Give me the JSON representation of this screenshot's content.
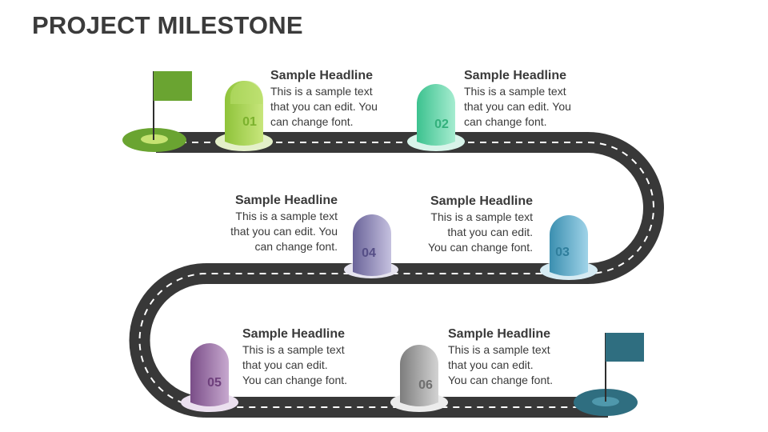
{
  "title": "PROJECT MILESTONE",
  "milestones": [
    {
      "number": "01",
      "headline": "Sample Headline",
      "line1": "This is a sample text",
      "line2": "that you can edit. You",
      "line3": "can change font.",
      "color": "#9ccc3c"
    },
    {
      "number": "02",
      "headline": "Sample Headline",
      "line1": "This is a sample text",
      "line2": "that you can edit. You",
      "line3": "can change font.",
      "color": "#4fd1a0"
    },
    {
      "number": "03",
      "headline": "Sample Headline",
      "line1": "This is a sample text",
      "line2": "that you can edit.",
      "line3": "You can change font.",
      "color": "#4aa3c4"
    },
    {
      "number": "04",
      "headline": "Sample Headline",
      "line1": "This is a sample text",
      "line2": "that you can edit. You",
      "line3": "can change font.",
      "color": "#7a72a8"
    },
    {
      "number": "05",
      "headline": "Sample Headline",
      "line1": "This is a sample text",
      "line2": "that you can edit.",
      "line3": "You can change font.",
      "color": "#8a5c96"
    },
    {
      "number": "06",
      "headline": "Sample Headline",
      "line1": "This is a sample text",
      "line2": "that you can edit.",
      "line3": "You can change font.",
      "color": "#8c8c8c"
    }
  ],
  "colors": {
    "road": "#383838",
    "start_flag": "#6aa431",
    "end_flag": "#2f6e80"
  }
}
